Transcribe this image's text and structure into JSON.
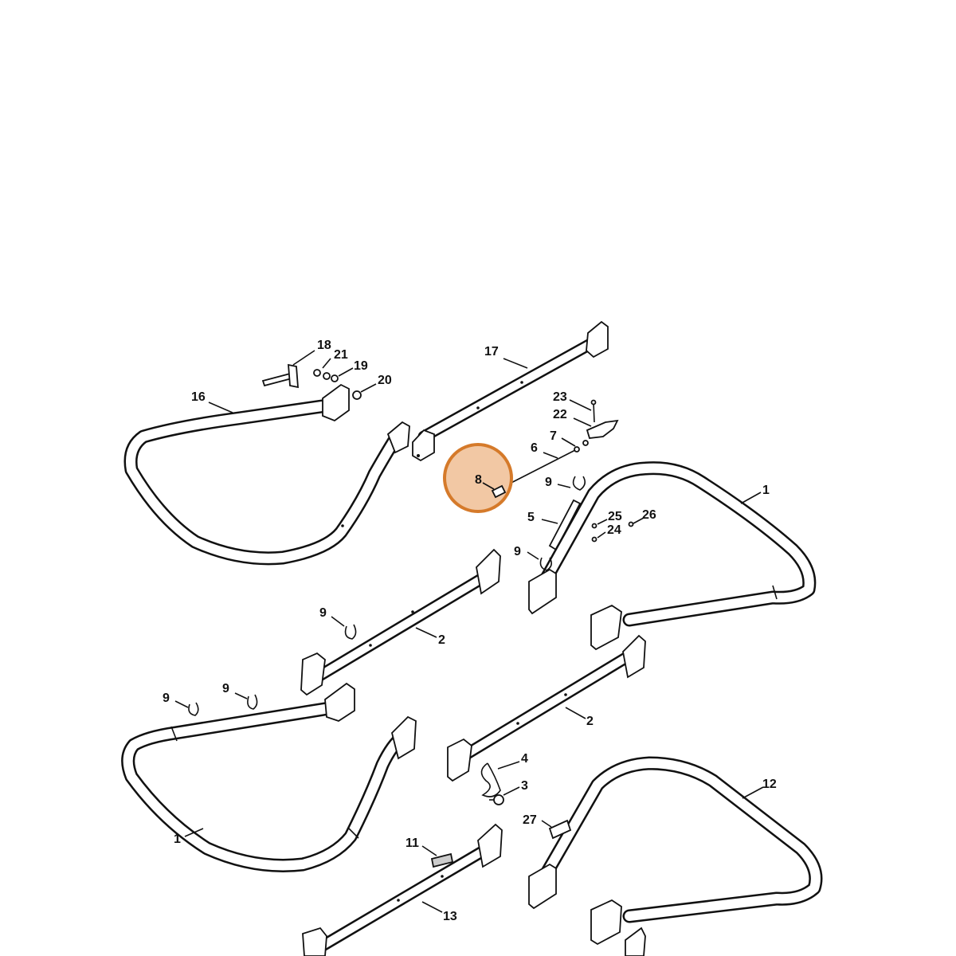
{
  "diagram": {
    "highlight": {
      "label": "8",
      "color": "#f2c8a4",
      "border": "#d57a2a"
    },
    "callouts": [
      {
        "id": "c18",
        "label": "18"
      },
      {
        "id": "c21",
        "label": "21"
      },
      {
        "id": "c19",
        "label": "19"
      },
      {
        "id": "c20",
        "label": "20"
      },
      {
        "id": "c16",
        "label": "16"
      },
      {
        "id": "c17",
        "label": "17"
      },
      {
        "id": "c23",
        "label": "23"
      },
      {
        "id": "c22",
        "label": "22"
      },
      {
        "id": "c7",
        "label": "7"
      },
      {
        "id": "c6",
        "label": "6"
      },
      {
        "id": "c9a",
        "label": "9"
      },
      {
        "id": "c1a",
        "label": "1"
      },
      {
        "id": "c5",
        "label": "5"
      },
      {
        "id": "c25",
        "label": "25"
      },
      {
        "id": "c26",
        "label": "26"
      },
      {
        "id": "c24",
        "label": "24"
      },
      {
        "id": "c9b",
        "label": "9"
      },
      {
        "id": "c9c",
        "label": "9"
      },
      {
        "id": "c2a",
        "label": "2"
      },
      {
        "id": "c9d",
        "label": "9"
      },
      {
        "id": "c9e",
        "label": "9"
      },
      {
        "id": "c2b",
        "label": "2"
      },
      {
        "id": "c4",
        "label": "4"
      },
      {
        "id": "c3",
        "label": "3"
      },
      {
        "id": "c12",
        "label": "12"
      },
      {
        "id": "c27",
        "label": "27"
      },
      {
        "id": "c1b",
        "label": "1"
      },
      {
        "id": "c11",
        "label": "11"
      },
      {
        "id": "c13",
        "label": "13"
      }
    ]
  }
}
